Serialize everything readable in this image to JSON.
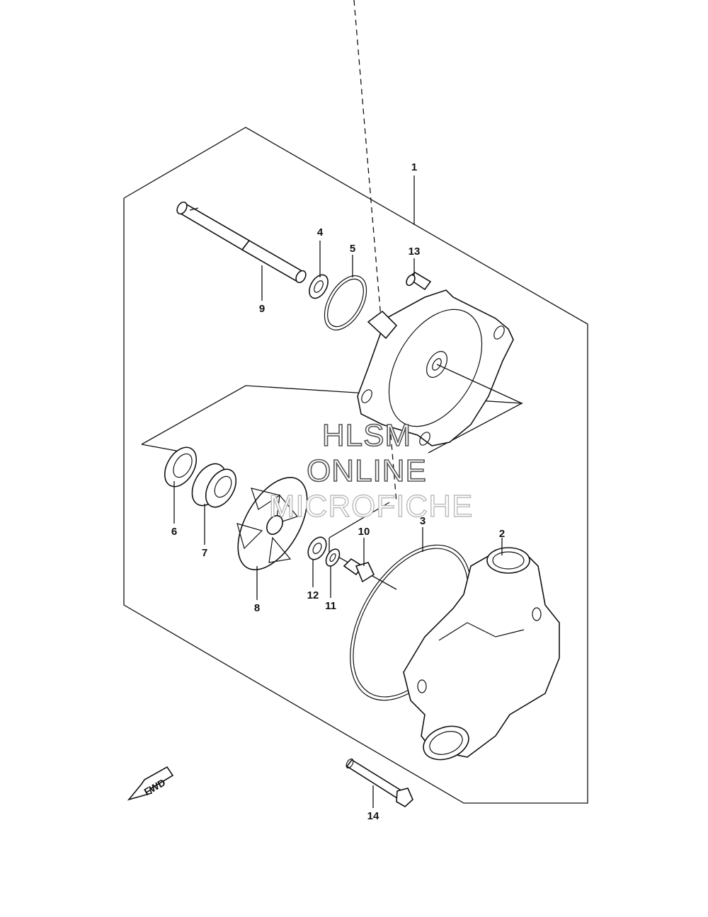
{
  "callouts": [
    "1",
    "2",
    "3",
    "4",
    "5",
    "6",
    "7",
    "8",
    "9",
    "10",
    "11",
    "12",
    "13",
    "14"
  ],
  "watermark": {
    "line1": "HLSM",
    "line2": "ONLINE",
    "line3": "MICROFICHE"
  },
  "direction_label": "FWD",
  "colors": {
    "ink": "#111111",
    "background": "#ffffff"
  }
}
